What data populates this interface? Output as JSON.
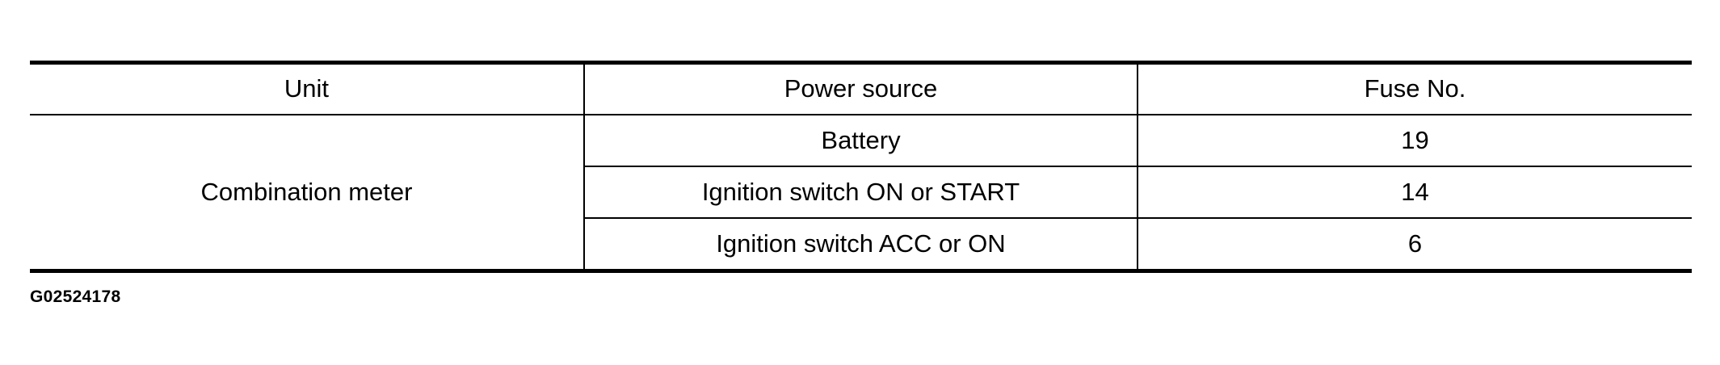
{
  "table": {
    "headers": [
      "Unit",
      "Power source",
      "Fuse No."
    ],
    "unit": "Combination meter",
    "rows": [
      {
        "power_source": "Battery",
        "fuse_no": "19"
      },
      {
        "power_source": "Ignition switch ON or START",
        "fuse_no": "14"
      },
      {
        "power_source": "Ignition switch ACC or ON",
        "fuse_no": "6"
      }
    ]
  },
  "figure_id": "G02524178"
}
